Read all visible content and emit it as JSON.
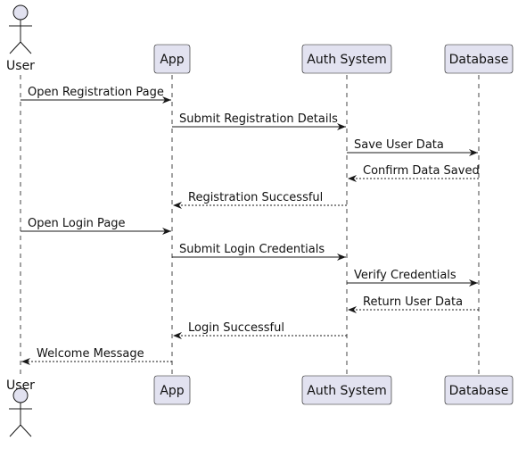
{
  "diagram": {
    "participants": [
      {
        "id": "user",
        "label": "User",
        "kind": "actor"
      },
      {
        "id": "app",
        "label": "App",
        "kind": "box"
      },
      {
        "id": "auth",
        "label": "Auth System",
        "kind": "box"
      },
      {
        "id": "db",
        "label": "Database",
        "kind": "box"
      }
    ],
    "messages": [
      {
        "from": "user",
        "to": "app",
        "label": "Open Registration Page",
        "style": "solid"
      },
      {
        "from": "app",
        "to": "auth",
        "label": "Submit Registration Details",
        "style": "solid"
      },
      {
        "from": "auth",
        "to": "db",
        "label": "Save User Data",
        "style": "solid"
      },
      {
        "from": "db",
        "to": "auth",
        "label": "Confirm Data Saved",
        "style": "dashed"
      },
      {
        "from": "auth",
        "to": "app",
        "label": "Registration Successful",
        "style": "dashed"
      },
      {
        "from": "user",
        "to": "app",
        "label": "Open Login Page",
        "style": "solid"
      },
      {
        "from": "app",
        "to": "auth",
        "label": "Submit Login Credentials",
        "style": "solid"
      },
      {
        "from": "auth",
        "to": "db",
        "label": "Verify Credentials",
        "style": "solid"
      },
      {
        "from": "db",
        "to": "auth",
        "label": "Return User Data",
        "style": "dashed"
      },
      {
        "from": "auth",
        "to": "app",
        "label": "Login Successful",
        "style": "dashed"
      },
      {
        "from": "app",
        "to": "user",
        "label": "Welcome Message",
        "style": "dashed"
      }
    ],
    "colors": {
      "box_fill": "#e2e2f0",
      "box_stroke": "#181818",
      "lifeline": "#181818",
      "arrow": "#181818",
      "text": "#111111"
    }
  }
}
